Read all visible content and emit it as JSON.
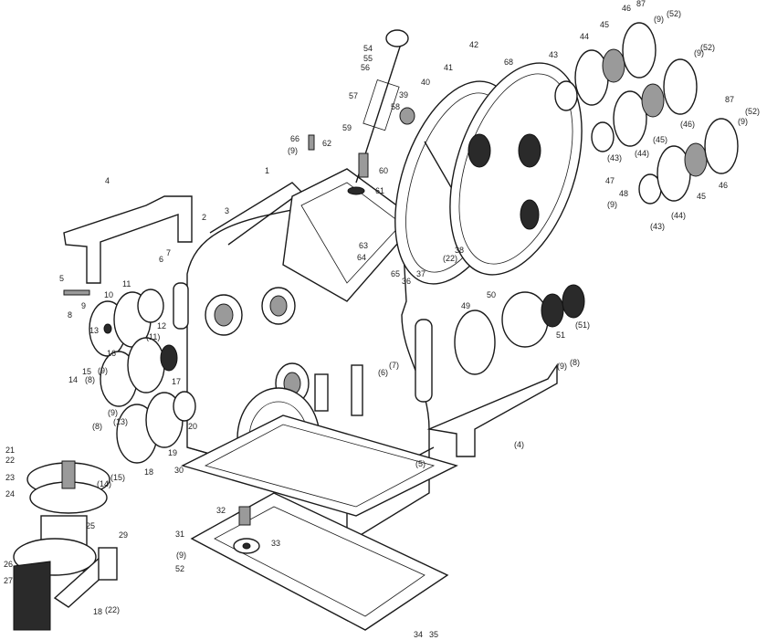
{
  "diagram": {
    "type": "exploded parts drawing",
    "labels": [
      "1",
      "2",
      "3",
      "4",
      "5",
      "6",
      "7",
      "8",
      "9",
      "10",
      "11",
      "12",
      "13",
      "(11)",
      "14",
      "15",
      "16",
      "17",
      "(9)",
      "(8)",
      "18",
      "19",
      "20",
      "(9)",
      "(8)",
      "(13)",
      "(15)",
      "(14)",
      "21",
      "22",
      "23",
      "24",
      "25",
      "26",
      "27",
      "29",
      "18",
      "(22)",
      "30",
      "31",
      "32",
      "33",
      "(9)",
      "52",
      "34",
      "35",
      "36",
      "37",
      "38",
      "(22)",
      "39",
      "58",
      "40",
      "41",
      "42",
      "68",
      "43",
      "44",
      "45",
      "46",
      "87",
      "(9)",
      "(52)",
      "(9)",
      "(52)",
      "87",
      "(9)",
      "(52)",
      "(46)",
      "(45)",
      "(43)",
      "(44)",
      "47",
      "48",
      "(9)",
      "46",
      "45",
      "(44)",
      "(43)",
      "49",
      "50",
      "51",
      "(51)",
      "(9)",
      "(8)",
      "(6)",
      "(7)",
      "(4)",
      "(5)",
      "54",
      "55",
      "56",
      "57",
      "59",
      "60",
      "61",
      "62",
      "63",
      "64",
      "65",
      "66",
      "(9)"
    ]
  }
}
